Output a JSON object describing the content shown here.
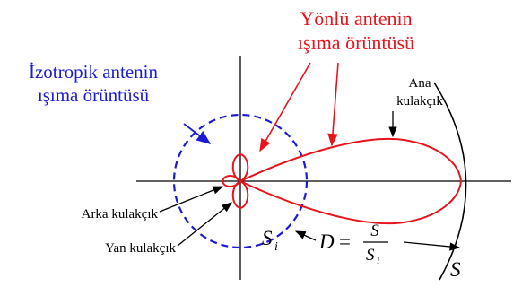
{
  "diagram": {
    "directional_label": [
      "Yönlü antenin",
      "ışıma örüntüsü"
    ],
    "isotropic_label": [
      "İzotropik antenin",
      "ışıma örüntüsü"
    ],
    "main_lobe_label": [
      "Ana",
      "kulakçık"
    ],
    "back_lobe_label": "Arka kulakçık",
    "side_lobe_label": "Yan kulakçık",
    "si_label": {
      "base": "S",
      "sub": "i"
    },
    "s_label": "S",
    "directivity_formula": {
      "lhs": "D",
      "eq": "=",
      "numerator": "S",
      "denominator": {
        "base": "S",
        "sub": "i"
      }
    },
    "colors": {
      "directional": "#e8141c",
      "isotropic": "#1b1bd4",
      "axes": "#000000"
    }
  }
}
